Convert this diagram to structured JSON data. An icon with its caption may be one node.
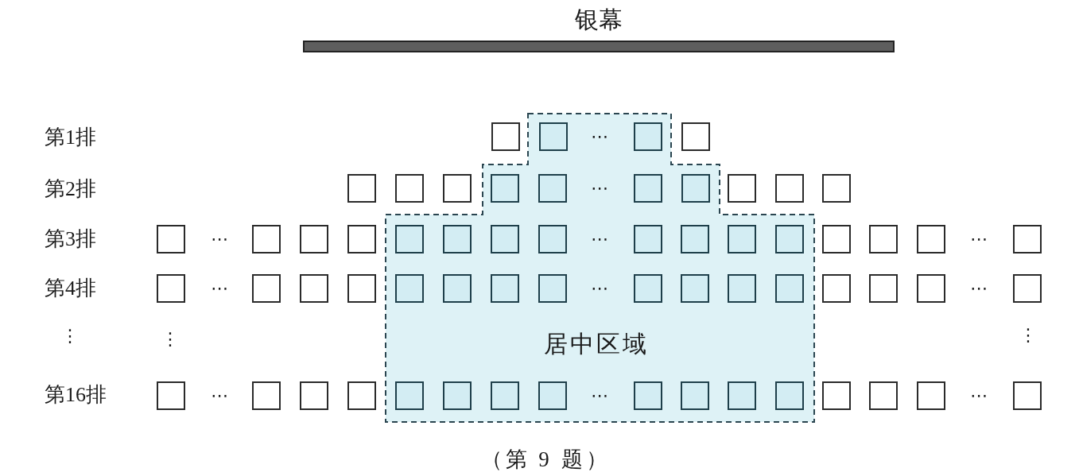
{
  "diagram": {
    "caption": "（第 9 题）",
    "nodes": [
      {
        "text": [
          "银幕"
        ]
      },
      {
        "text": [
          "居中区域"
        ]
      }
    ],
    "labels": [
      "第1排",
      "⋯",
      "第2排",
      "⋯",
      "第3排",
      "⋯",
      "⋯",
      "⋯",
      "第4排",
      "⋯",
      "⋯",
      "⋯",
      "⋮",
      "⋮",
      "⋮",
      "第16排",
      "⋯",
      "⋯",
      "⋯"
    ]
  }
}
